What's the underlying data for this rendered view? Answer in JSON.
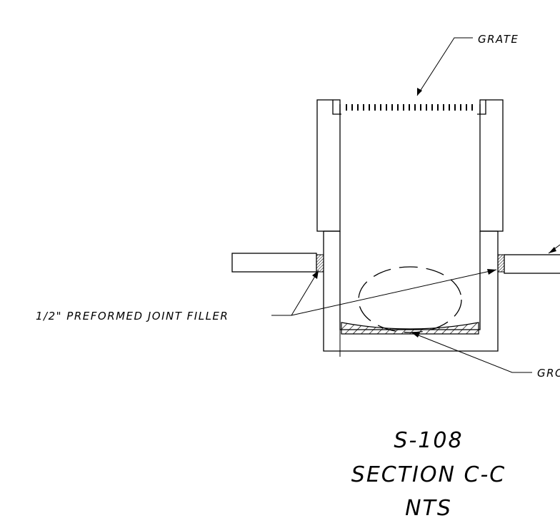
{
  "labels": {
    "grate": "GRATE",
    "joint_filler": "1/2\" PREFORMED JOINT FILLER",
    "grout": "GRO"
  },
  "title_block": {
    "number": "S-108",
    "section": "SECTION C-C",
    "scale": "NTS"
  },
  "colors": {
    "line": "#000000",
    "background": "#ffffff"
  }
}
